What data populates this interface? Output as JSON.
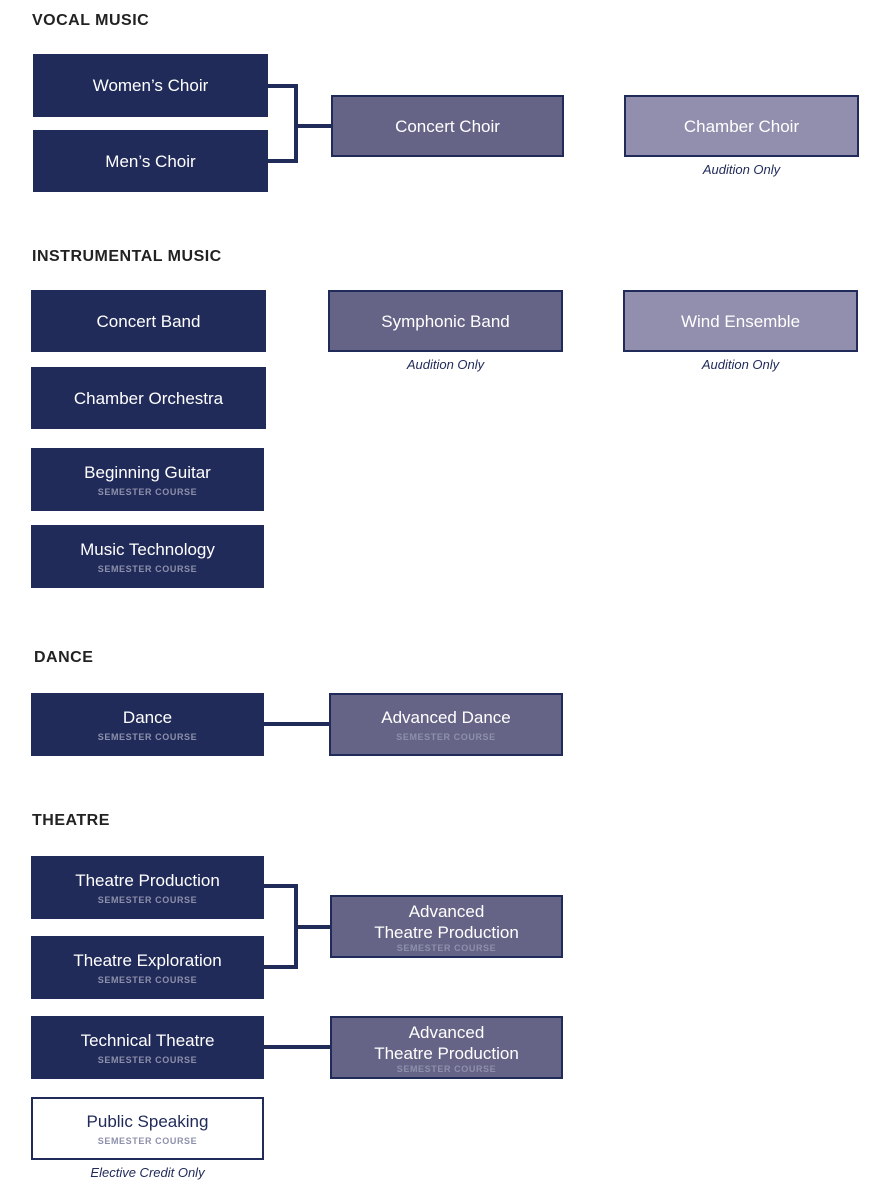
{
  "colors": {
    "dark": "#212b5a",
    "mid": "#656487",
    "light": "#918fad",
    "connector": "#212b5a"
  },
  "sections": {
    "vocal": "VOCAL MUSIC",
    "instrumental": "INSTRUMENTAL MUSIC",
    "dance": "DANCE",
    "theatre": "THEATRE"
  },
  "semester_label": "SEMESTER COURSE",
  "courses": {
    "womens_choir": "Women’s Choir",
    "mens_choir": "Men’s Choir",
    "concert_choir": "Concert Choir",
    "chamber_choir": "Chamber Choir",
    "concert_band": "Concert Band",
    "chamber_orchestra": "Chamber Orchestra",
    "beginning_guitar": "Beginning Guitar",
    "music_technology": "Music Technology",
    "symphonic_band": "Symphonic Band",
    "wind_ensemble": "Wind Ensemble",
    "dance": "Dance",
    "advanced_dance": "Advanced Dance",
    "theatre_production": "Theatre Production",
    "theatre_exploration": "Theatre Exploration",
    "advanced_theatre_production_line1": "Advanced",
    "advanced_theatre_production_line2": "Theatre Production",
    "technical_theatre": "Technical Theatre",
    "public_speaking": "Public Speaking"
  },
  "notes": {
    "audition_only": "Audition Only",
    "elective_credit_only": "Elective Credit Only"
  }
}
